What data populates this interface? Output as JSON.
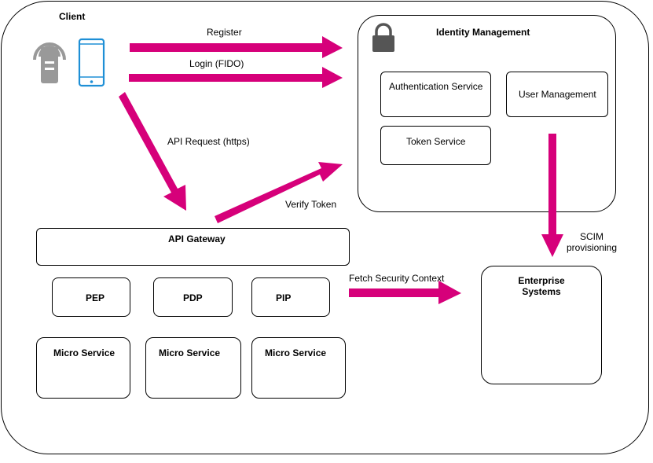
{
  "client": {
    "title": "Client"
  },
  "identity": {
    "title": "Identity Management",
    "auth_service": "Authentication Service",
    "user_management": "User Management",
    "token_service": "Token Service"
  },
  "gateway": {
    "title": "API Gateway"
  },
  "policy": {
    "pep": "PEP",
    "pdp": "PDP",
    "pip": "PIP"
  },
  "services": [
    "Micro Service",
    "Micro Service",
    "Micro Service"
  ],
  "enterprise": {
    "title_line1": "Enterprise",
    "title_line2": "Systems"
  },
  "edges": {
    "register": "Register",
    "login": "Login (FIDO)",
    "api_request": "API Request (https)",
    "verify_token": "Verify Token",
    "fetch_context": "Fetch Security Context",
    "scim_line1": "SCIM",
    "scim_line2": "provisioning"
  },
  "colors": {
    "arrow": "#d6007a",
    "icon_gray": "#999999",
    "phone_blue": "#1e8fd6",
    "lock": "#555555"
  }
}
